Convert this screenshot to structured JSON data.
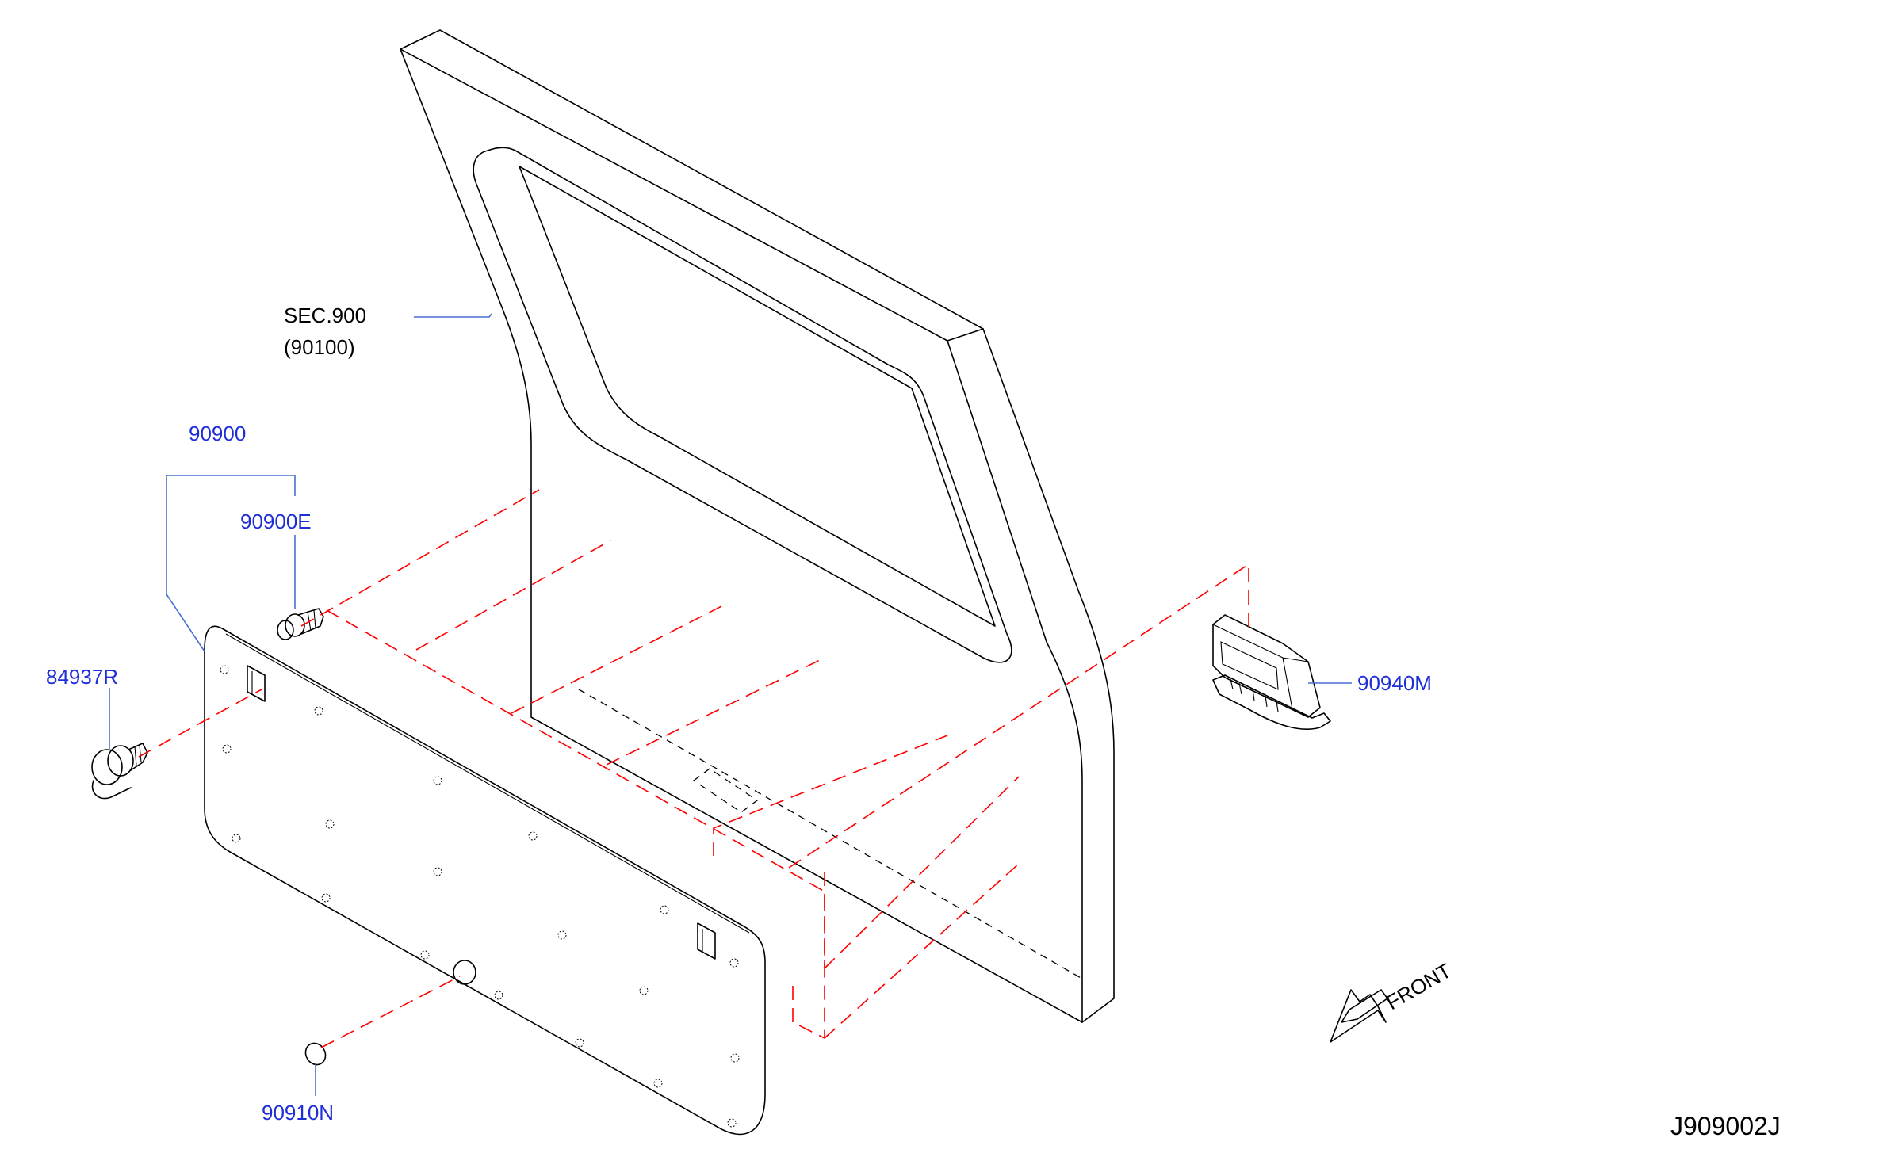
{
  "diagram": {
    "colors": {
      "part_outline": "#000000",
      "guide_line": "#ff0000",
      "leader_line": "#4a6fd0",
      "part_label": "#1f2fd8",
      "section_label": "#000000"
    },
    "section_ref": {
      "line1": "SEC.900",
      "line2": "(90100)"
    },
    "parts": [
      {
        "id": "p90900",
        "number": "90900"
      },
      {
        "id": "p90900E",
        "number": "90900E"
      },
      {
        "id": "p84937R",
        "number": "84937R"
      },
      {
        "id": "p90940M",
        "number": "90940M"
      },
      {
        "id": "p90910N",
        "number": "90910N"
      }
    ],
    "front_indicator": {
      "label": "FRONT",
      "icon": "arrow-down-left-icon"
    },
    "diagram_code": "J909002J"
  }
}
